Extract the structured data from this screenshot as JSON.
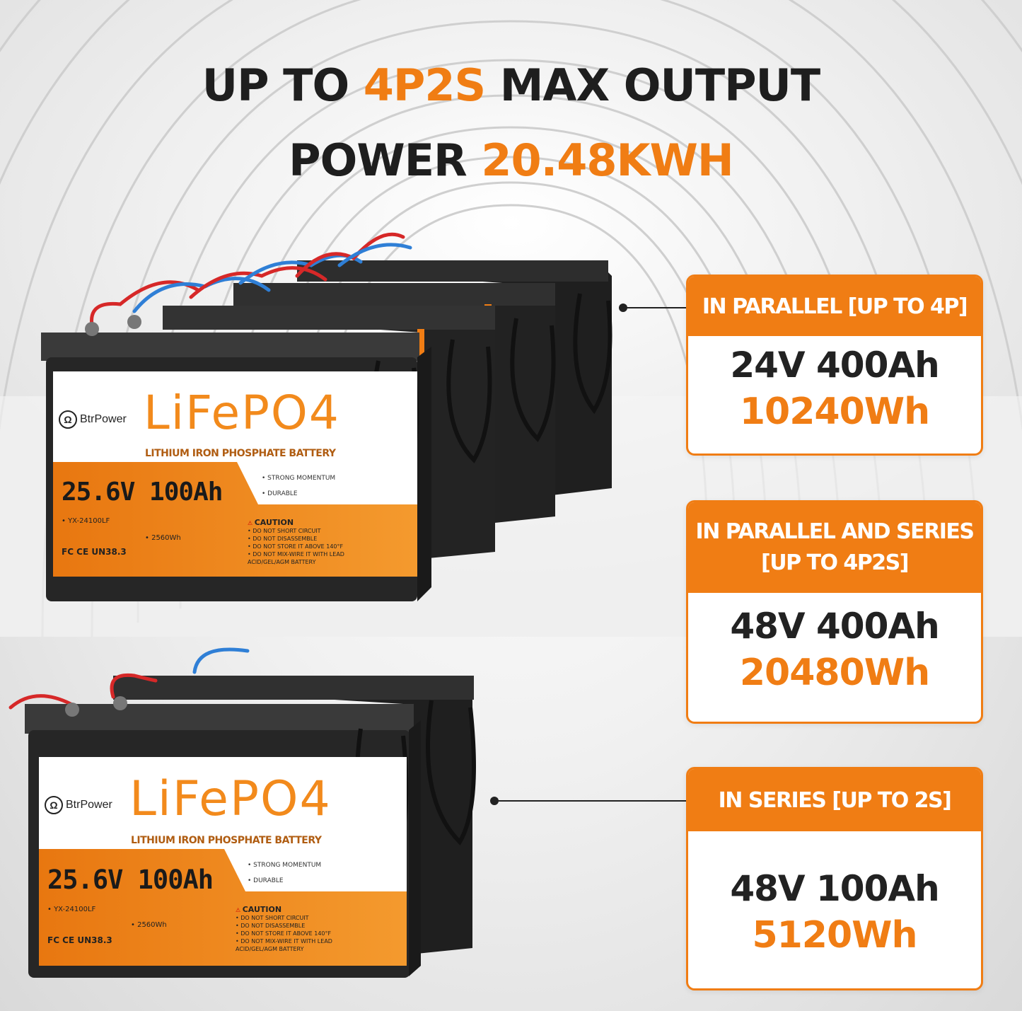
{
  "headline": {
    "line1_pre": "UP TO ",
    "line1_hl": "4P2S",
    "line1_post": " MAX OUTPUT",
    "line2_pre": "POWER ",
    "line2_hl": "20.48KWH"
  },
  "cards": [
    {
      "title": "IN PARALLEL [UP TO 4P]",
      "title_line2": "",
      "spec": "24V 400Ah",
      "energy": "10240Wh"
    },
    {
      "title": "IN PARALLEL AND SERIES",
      "title_line2": "[UP TO 4P2S]",
      "spec": "48V 400Ah",
      "energy": "20480Wh"
    },
    {
      "title": "IN SERIES [UP TO 2S]",
      "title_line2": "",
      "spec": "48V 100Ah",
      "energy": "5120Wh"
    }
  ],
  "battery_label": {
    "brand": "BtrPower",
    "chemistry_big": "LiFePO4",
    "chemistry_full": "LITHIUM IRON PHOSPHATE BATTERY",
    "rating": "25.6V 100Ah",
    "feature_1": "• STRONG MOMENTUM",
    "feature_2": "• DURABLE",
    "model": "• YX-24100LF",
    "energy": "• 2560Wh",
    "caution_title": "CAUTION",
    "caution_1": "• DO NOT SHORT CIRCUIT",
    "caution_2": "• DO NOT DISASSEMBLE",
    "caution_3": "• DO NOT STORE IT ABOVE 140°F",
    "caution_4": "• DO NOT MIX-WIRE IT WITH LEAD",
    "caution_5": "ACID/GEL/AGM BATTERY",
    "certs": "FC CE UN38.3"
  },
  "colors": {
    "accent": "#f07d14",
    "text_dark": "#1e1e1e",
    "battery_body": "#2b2b2b"
  }
}
